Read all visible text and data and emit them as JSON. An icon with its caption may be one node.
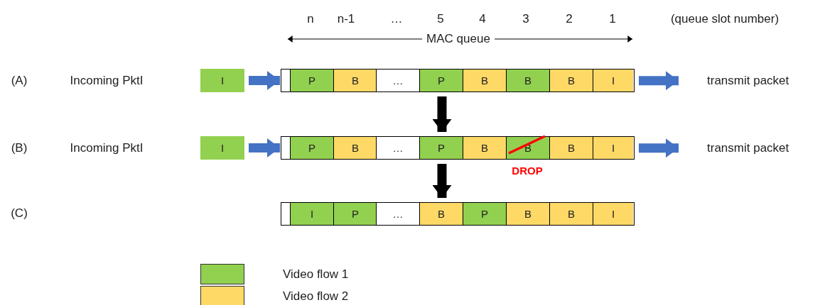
{
  "diagram": {
    "nodes": [
      {
        "text": [
          "I"
        ]
      },
      {
        "text": [],
        "shape": "box"
      },
      {
        "text": [
          "P"
        ],
        "in": 1
      },
      {
        "text": [
          "B"
        ],
        "in": 1
      },
      {
        "text": [
          "…"
        ],
        "in": 1
      },
      {
        "text": [
          "P"
        ],
        "in": 1
      },
      {
        "text": [
          "B"
        ],
        "in": 1
      },
      {
        "text": [
          "B"
        ],
        "in": 1
      },
      {
        "text": [
          "B"
        ],
        "in": 1
      },
      {
        "text": [
          "I"
        ],
        "in": 1
      },
      {
        "text": [
          "transmit packet"
        ]
      },
      {
        "text": [
          "I"
        ]
      },
      {
        "text": [],
        "shape": "box"
      },
      {
        "text": [
          "P"
        ],
        "in": 12
      },
      {
        "text": [
          "B"
        ],
        "in": 12
      },
      {
        "text": [
          "…"
        ],
        "in": 12
      },
      {
        "text": [
          "P"
        ],
        "in": 12
      },
      {
        "text": [
          "B"
        ],
        "in": 12
      },
      {
        "text": [
          "B"
        ],
        "in": 12
      },
      {
        "text": [
          "B"
        ],
        "in": 12
      },
      {
        "text": [
          "I"
        ],
        "in": 12
      },
      {
        "text": [
          "transmit packet"
        ]
      },
      {
        "text": [],
        "shape": "box"
      },
      {
        "text": [
          "I"
        ],
        "in": 22
      },
      {
        "text": [
          "P"
        ],
        "in": 22
      },
      {
        "text": [
          "…"
        ],
        "in": 22
      },
      {
        "text": [
          "B"
        ],
        "in": 22
      },
      {
        "text": [
          "P"
        ],
        "in": 22
      },
      {
        "text": [
          "B"
        ],
        "in": 22
      },
      {
        "text": [
          "B"
        ],
        "in": 22
      },
      {
        "text": [
          "I"
        ],
        "in": 22
      }
    ],
    "edges": [
      {
        "from": 0,
        "to": 1,
        "arrow": "to"
      },
      {
        "from": 1,
        "to": 10,
        "arrow": "to"
      },
      {
        "from": 1,
        "to": 12,
        "arrow": "to",
        "color": "#000000"
      },
      {
        "from": 11,
        "to": 12,
        "arrow": "to"
      },
      {
        "from": 12,
        "to": 21,
        "arrow": "to"
      },
      {
        "from": 12,
        "to": 22,
        "arrow": "to",
        "color": "#000000"
      }
    ],
    "labels": [
      "n",
      "n-1",
      "…",
      "5",
      "4",
      "3",
      "2",
      "1",
      "(queue slot number)",
      "MAC queue",
      "(A)",
      "Incoming PktI",
      "(B)",
      "Incoming PktI",
      "DROP",
      "(C)"
    ],
    "legend": [
      {
        "text": "Video flow 1",
        "color": "#92d050"
      },
      {
        "text": "Video flow 2",
        "color": "#ffd966"
      }
    ]
  }
}
